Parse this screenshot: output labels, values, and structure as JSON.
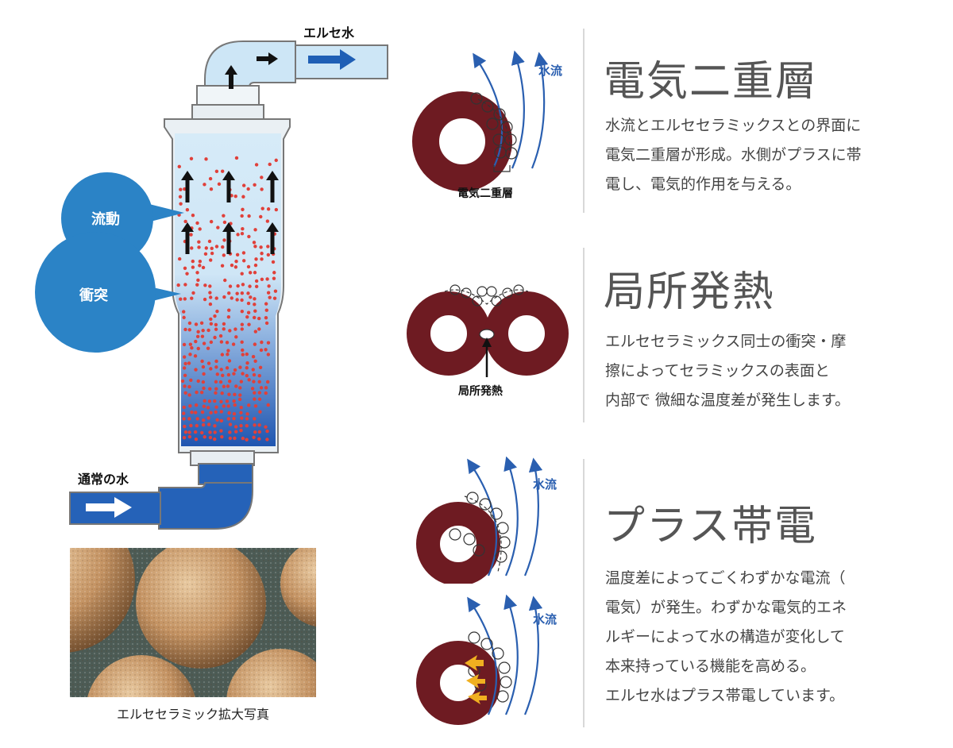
{
  "filter_diagram": {
    "outlet_label": "エルセ水",
    "inlet_label": "通常の水",
    "bubble_flow": "流動",
    "bubble_collision": "衝突",
    "photo_caption": "エルセセラミック拡大写真"
  },
  "sections": [
    {
      "title": "電気二重層",
      "diagram_label": "電気二重層",
      "flow_label": "水流",
      "desc_lines": [
        "水流とエルセセラミックスとの界面に",
        "電気二重層が形成。水側がプラスに帯",
        "電し、電気的作用を与える。"
      ]
    },
    {
      "title": "局所発熱",
      "diagram_label": "局所発熱",
      "desc_lines": [
        "エルセセラミックス同士の衝突・摩",
        "擦によってセラミックスの表面と",
        "内部で 微細な温度差が発生します。"
      ]
    },
    {
      "title": "プラス帯電",
      "flow_label_1": "水流",
      "flow_label_2": "水流",
      "desc_lines": [
        "温度差によってごくわずかな電流（",
        "電気）が発生。わずかな電気的エネ",
        "ルギーによって水の構造が変化して",
        "本来持っている機能を高める。",
        "エルセ水はプラス帯電しています。"
      ]
    }
  ],
  "colors": {
    "water_light": "#cfe6f6",
    "water_dark": "#1f5fb5",
    "ceramic": "#6e1b22",
    "bubble": "#2b83c6",
    "flow_arrow": "#2a5fb0"
  }
}
